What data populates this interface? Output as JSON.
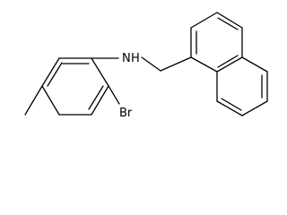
{
  "molecule": {
    "atom_labels": {
      "amine": "N",
      "amine_h": "H",
      "bromine": "Br"
    }
  },
  "colors": {
    "bond": "#000000",
    "background": "#ffffff"
  }
}
